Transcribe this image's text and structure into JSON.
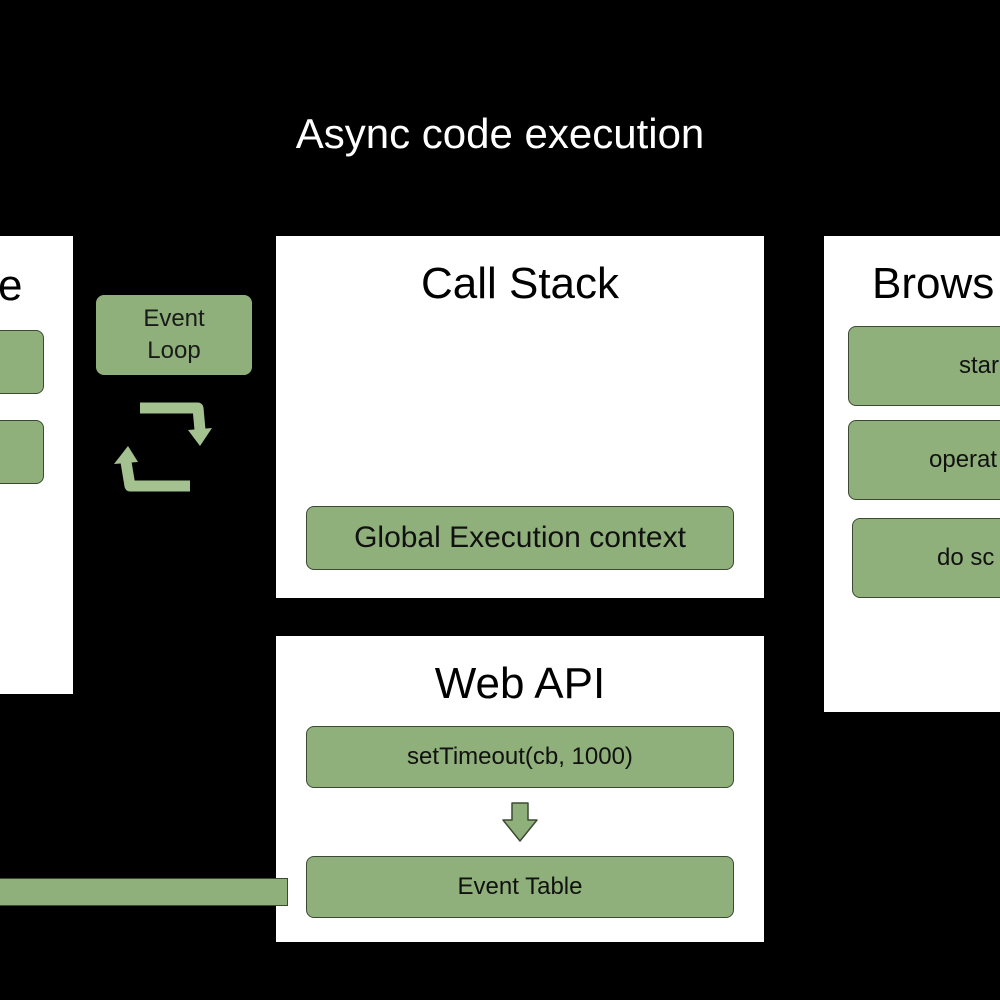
{
  "title": "Async code execution",
  "left_panel": {
    "title_fragment": "e"
  },
  "event_loop": {
    "line1": "Event",
    "line2": "Loop"
  },
  "call_stack": {
    "title": "Call Stack",
    "items": [
      "Global Execution context"
    ]
  },
  "web_api": {
    "title": "Web API",
    "items": [
      "setTimeout(cb, 1000)",
      "Event Table"
    ]
  },
  "browser_panel": {
    "title_fragment": "Brows",
    "items": [
      "star",
      "operat",
      "do sc"
    ]
  },
  "colors": {
    "background": "#000000",
    "panel": "#ffffff",
    "box_fill": "#8fb07a",
    "box_border": "#3c4a33",
    "loop_icon": "#a3c290"
  }
}
